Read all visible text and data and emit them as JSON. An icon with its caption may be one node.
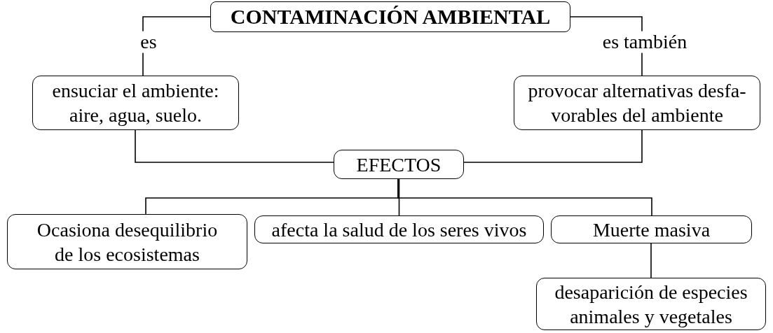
{
  "diagram": {
    "nodes": [
      {
        "text": [
          "CONTAMINACIÓN AMBIENTAL"
        ]
      },
      {
        "text": [
          "ensuciar el ambiente: aire, agua, suelo."
        ]
      },
      {
        "text": [
          "provocar alternativas desfa-vorables del ambiente"
        ]
      },
      {
        "text": [
          "EFECTOS"
        ]
      },
      {
        "text": [
          "Ocasiona desequilibrio de los ecosistemas"
        ]
      },
      {
        "text": [
          "afecta la salud de los seres vivos"
        ]
      },
      {
        "text": [
          "Muerte masiva"
        ]
      },
      {
        "text": [
          "desaparición de especies animales y vegetales"
        ]
      }
    ],
    "edges": [
      {
        "from": 0,
        "to": 1,
        "arrow": "none",
        "label": "es"
      },
      {
        "from": 0,
        "to": 2,
        "arrow": "none",
        "label": "es también"
      },
      {
        "from": 1,
        "to": 3,
        "arrow": "none"
      },
      {
        "from": 2,
        "to": 3,
        "arrow": "none"
      },
      {
        "from": 3,
        "to": 4,
        "arrow": "none"
      },
      {
        "from": 3,
        "to": 5,
        "arrow": "none"
      },
      {
        "from": 3,
        "to": 6,
        "arrow": "none"
      },
      {
        "from": 6,
        "to": 7,
        "arrow": "none"
      }
    ]
  }
}
